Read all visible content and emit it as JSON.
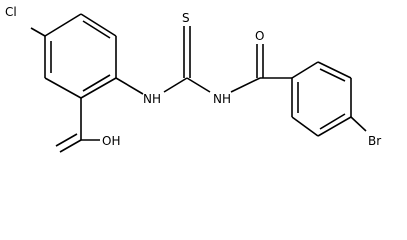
{
  "molecule": {
    "atom_labels": {
      "chlorine": "Cl",
      "thione_sulfur": "S",
      "amide_oxygen": "O",
      "nh_left": "N",
      "h_left": "H",
      "nh_right": "N",
      "h_right": "H",
      "bromine": "Br",
      "acid_oh": "OH"
    }
  }
}
